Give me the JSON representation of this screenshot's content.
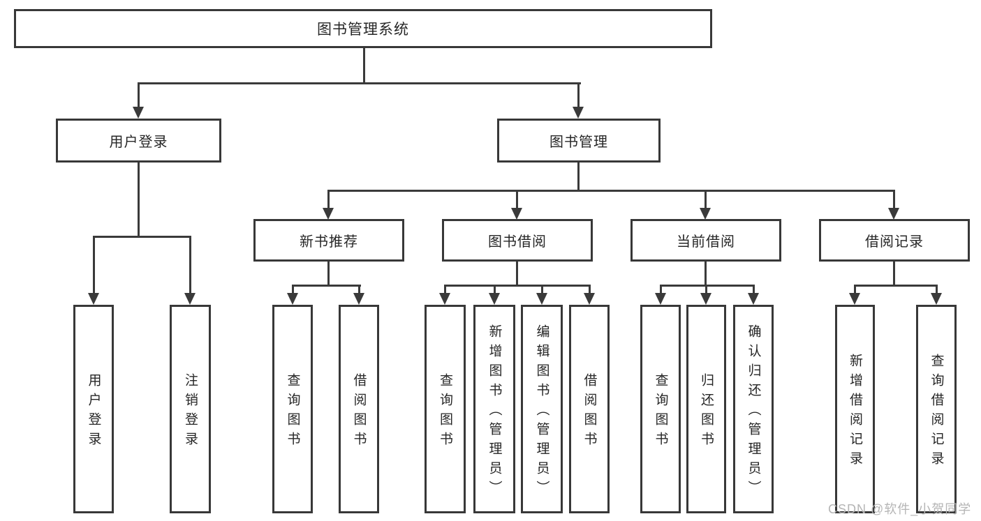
{
  "diagram": {
    "type": "hierarchy-tree",
    "title": "图书管理系统"
  },
  "colors": {
    "background": "#ffffff",
    "box_border": "#383838",
    "connector_line": "#3a3a3a",
    "text": "#262626",
    "watermark": "#b5b5b5"
  },
  "watermark": {
    "text": "CSDN @软件_小贺同学"
  },
  "tree": {
    "root": {
      "label": "图书管理系统"
    },
    "branches": [
      {
        "label": "用户登录",
        "children": [
          {
            "label": "用户登录"
          },
          {
            "label": "注销登录"
          }
        ]
      },
      {
        "label": "图书管理",
        "children": [
          {
            "label": "新书推荐",
            "children": [
              {
                "label": "查询图书"
              },
              {
                "label": "借阅图书"
              }
            ]
          },
          {
            "label": "图书借阅",
            "children": [
              {
                "label": "查询图书"
              },
              {
                "label": "新增图书（管理员）"
              },
              {
                "label": "编辑图书（管理员）"
              },
              {
                "label": "借阅图书"
              }
            ]
          },
          {
            "label": "当前借阅",
            "children": [
              {
                "label": "查询图书"
              },
              {
                "label": "归还图书"
              },
              {
                "label": "确认归还（管理员）"
              }
            ]
          },
          {
            "label": "借阅记录",
            "children": [
              {
                "label": "新增借阅记录"
              },
              {
                "label": "查询借阅记录"
              }
            ]
          }
        ]
      }
    ]
  }
}
